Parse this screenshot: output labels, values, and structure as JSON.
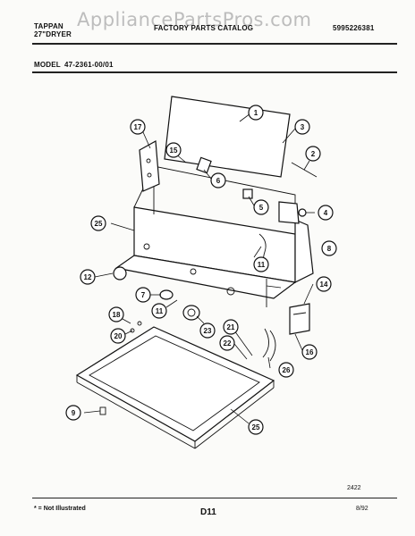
{
  "header": {
    "brand": "TAPPAN",
    "product": "27\"DRYER",
    "catalog_title": "FACTORY PARTS CATALOG",
    "catalog_number": "5995226381",
    "watermark": "AppliancePartsPros.com"
  },
  "model": {
    "label": "MODEL",
    "number": "47-2361-00/01"
  },
  "callouts": [
    "1",
    "3",
    "2",
    "17",
    "15",
    "6",
    "5",
    "4",
    "8",
    "25",
    "12",
    "11",
    "14",
    "7",
    "11",
    "23",
    "18",
    "20",
    "21",
    "22",
    "26",
    "16",
    "9",
    "25"
  ],
  "footer": {
    "note": "* = Not Illustrated",
    "page_code": "D11",
    "date": "8/92",
    "diagram_number": "2422"
  }
}
